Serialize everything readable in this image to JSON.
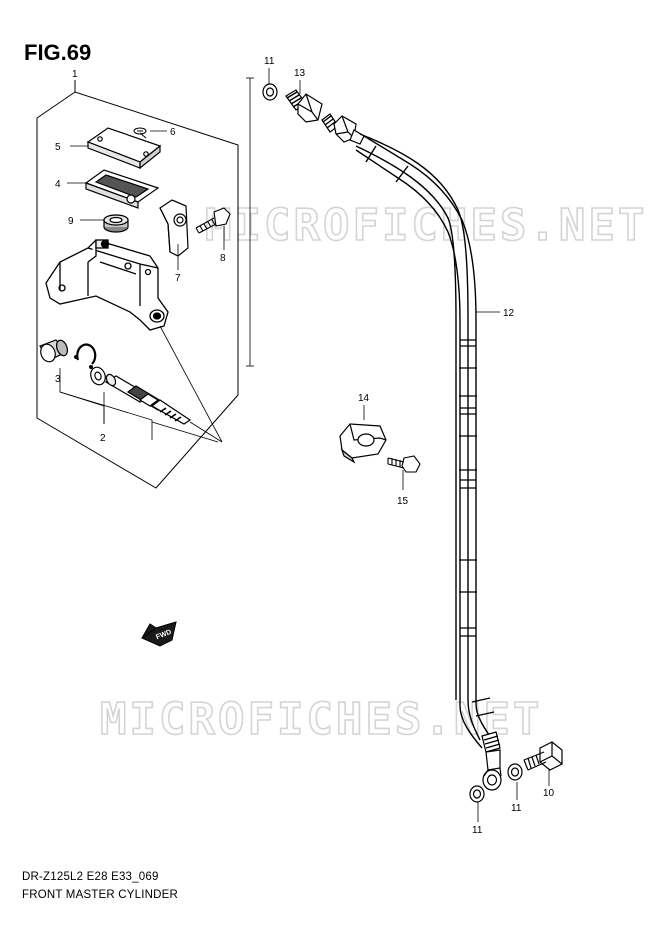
{
  "figure": {
    "title": "FIG.69",
    "model_code": "DR-Z125L2 E28 E33_069",
    "name": "FRONT MASTER CYLINDER"
  },
  "watermark": {
    "text": "MICROFICHES.NET"
  },
  "fwd_label": "FWD",
  "callouts": [
    {
      "id": "c1",
      "label": "1"
    },
    {
      "id": "c2",
      "label": "2"
    },
    {
      "id": "c3",
      "label": "3"
    },
    {
      "id": "c4",
      "label": "4"
    },
    {
      "id": "c5",
      "label": "5"
    },
    {
      "id": "c6",
      "label": "6"
    },
    {
      "id": "c7",
      "label": "7"
    },
    {
      "id": "c8",
      "label": "8"
    },
    {
      "id": "c9",
      "label": "9"
    },
    {
      "id": "c10",
      "label": "10"
    },
    {
      "id": "c11a",
      "label": "11"
    },
    {
      "id": "c11b",
      "label": "11"
    },
    {
      "id": "c11c",
      "label": "11"
    },
    {
      "id": "c12",
      "label": "12"
    },
    {
      "id": "c13",
      "label": "13"
    },
    {
      "id": "c14",
      "label": "14"
    },
    {
      "id": "c15",
      "label": "15"
    }
  ]
}
